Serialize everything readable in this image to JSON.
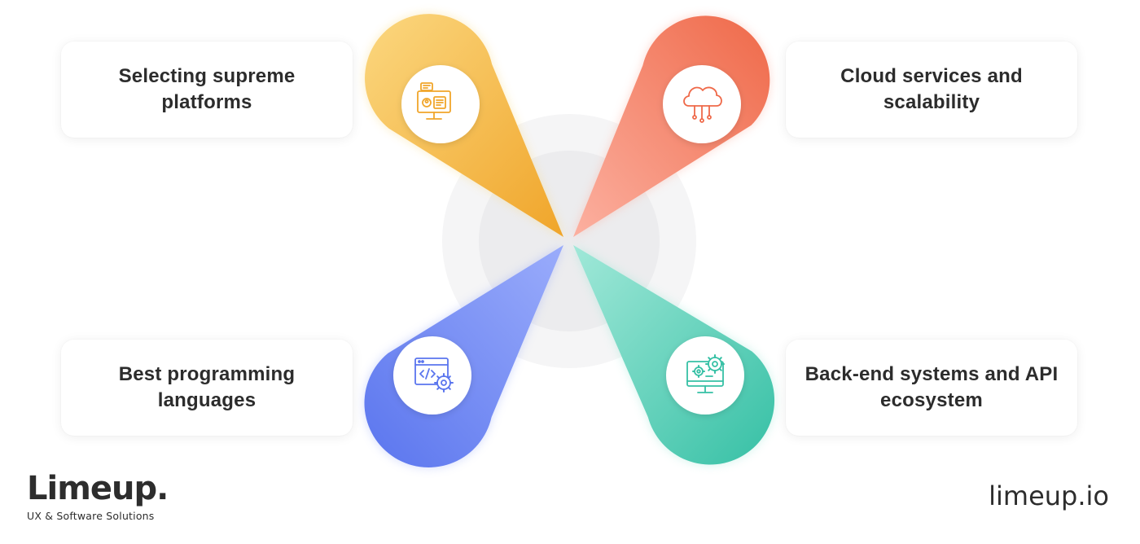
{
  "items": [
    {
      "id": "tl",
      "label": "Selecting supreme platforms",
      "icon": "platform-screen-icon",
      "color_from": "#f9d77a",
      "color_to": "#f1a62a"
    },
    {
      "id": "tr",
      "label": "Cloud services and scalability",
      "icon": "cloud-network-icon",
      "color_from": "#fcaa99",
      "color_to": "#f06a4e"
    },
    {
      "id": "bl",
      "label": "Best programming languages",
      "icon": "code-window-gear-icon",
      "color_from": "#9aabfa",
      "color_to": "#5c77ee"
    },
    {
      "id": "br",
      "label": "Back-end systems and API ecosystem",
      "icon": "monitor-gears-icon",
      "color_from": "#93e4d2",
      "color_to": "#3cc3a9"
    }
  ],
  "brand": {
    "name": "Limeup.",
    "tagline": "UX & Software Solutions"
  },
  "site": "limeup.io",
  "colors": {
    "text": "#2c2c2c",
    "center_ring": "#f4f4f5",
    "center_core": "#ececee"
  }
}
